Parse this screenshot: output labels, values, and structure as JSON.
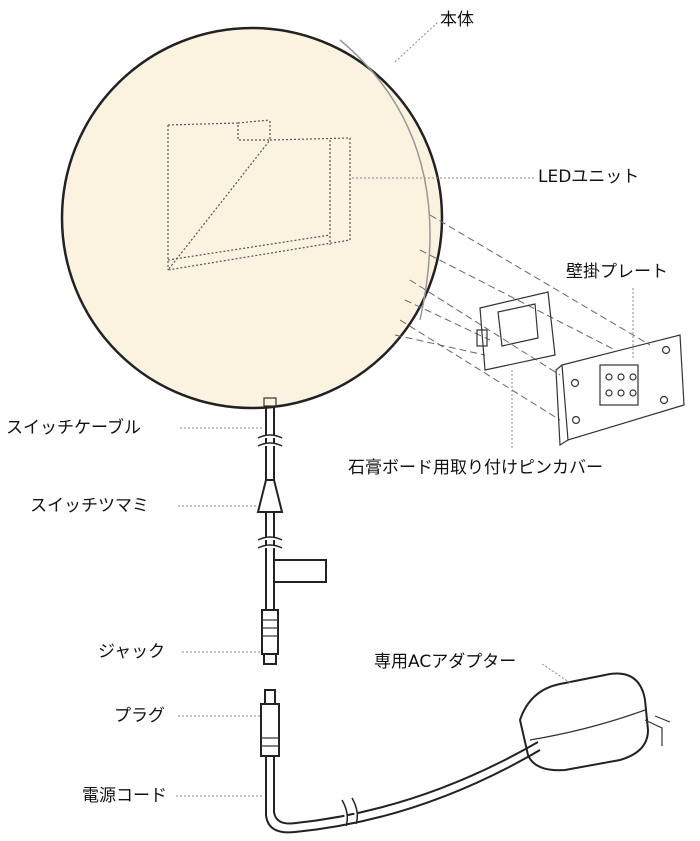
{
  "labels": {
    "body": "本体",
    "led_unit": "LEDユニット",
    "wall_plate": "壁掛プレート",
    "pin_cover": "石膏ボード用取り付けピンカバー",
    "switch_cable": "スイッチケーブル",
    "switch_knob": "スイッチツマミ",
    "jack": "ジャック",
    "ac_adapter": "専用ACアダプター",
    "plug": "プラグ",
    "power_cord": "電源コード"
  },
  "colors": {
    "body_fill": "#fbf2e0",
    "ink": "#222222",
    "leader": "#888888"
  }
}
